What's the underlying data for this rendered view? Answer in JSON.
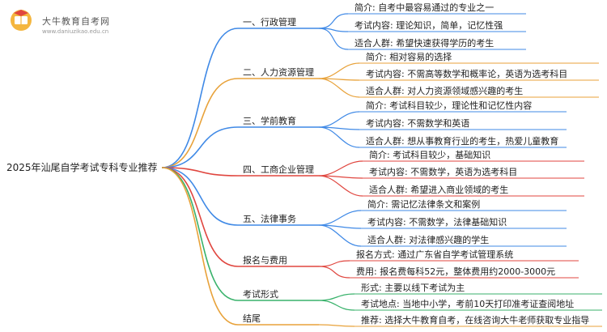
{
  "watermark": {
    "title": "大牛教育自考网",
    "url": "www.daniuzikao.edu.cn",
    "icon": "graduation-book-icon"
  },
  "root": "2025年汕尾自学考试专科专业推荐",
  "colors": {
    "red": "#e0463f",
    "orange": "#e8a23a",
    "blue": "#3f89e6",
    "green": "#39b26b",
    "connector": "#c8c8c8",
    "text": "#222222"
  },
  "branches": [
    {
      "label": "一、行政管理",
      "color": "#3f89e6",
      "children": [
        "简介: 自考中最容易通过的专业之一",
        "考试内容: 理论知识，简单，记忆性强",
        "适合人群: 希望快速获得学历的考生"
      ]
    },
    {
      "label": "二、人力资源管理",
      "color": "#e8a23a",
      "children": [
        "简介: 相对容易的选择",
        "考试内容: 不需高等数学和概率论，英语为选考科目",
        "适合人群: 对人力资源领域感兴趣的考生"
      ]
    },
    {
      "label": "三、学前教育",
      "color": "#3f89e6",
      "children": [
        "简介: 考试科目较少，理论性和记忆性内容",
        "考试内容: 不需数学和英语",
        "适合人群: 想从事教育行业的考生，热爱儿童教育"
      ]
    },
    {
      "label": "四、工商企业管理",
      "color": "#e0463f",
      "children": [
        "简介: 考试科目较少，基础知识",
        "考试内容: 不需数学，英语为选考科目",
        "适合人群: 希望进入商业领域的考生"
      ]
    },
    {
      "label": "五、法律事务",
      "color": "#3f89e6",
      "children": [
        "简介: 需记忆法律条文和案例",
        "考试内容: 不需数学，法律基础知识",
        "适合人群: 对法律感兴趣的学生"
      ]
    },
    {
      "label": "报名与费用",
      "color": "#e0463f",
      "children": [
        "报名方式: 通过广东省自学考试管理系统",
        "费用: 报名费每科52元，整体费用约2000-3000元"
      ]
    },
    {
      "label": "考试形式",
      "color": "#39b26b",
      "children": [
        "形式: 主要以线下考试为主",
        "考试地点: 当地中小学，考前10天打印准考证查阅地址"
      ]
    },
    {
      "label": "结尾",
      "color": "#e8a23a",
      "children": [
        "推荐: 选择大牛教育自考，在线咨询大牛老师获取专业指导"
      ]
    }
  ]
}
